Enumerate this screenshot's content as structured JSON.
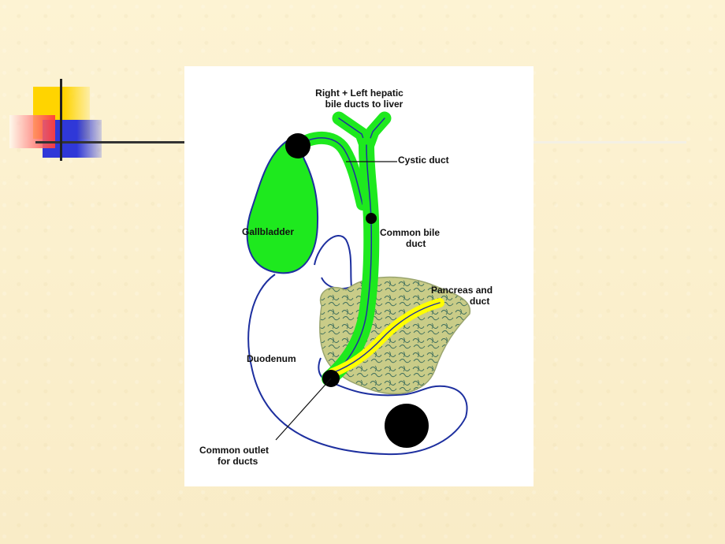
{
  "diagram": {
    "labels": {
      "hepatic_line1": "Right + Left hepatic",
      "hepatic_line2": "bile ducts to liver",
      "cystic": "Cystic duct",
      "gallbladder": "Gallbladder",
      "common_bile_line1": "Common bile",
      "common_bile_line2": "duct",
      "pancreas_line1": "Pancreas and",
      "pancreas_line2": "duct",
      "duodenum": "Duodenum",
      "outlet_line1": "Common outlet",
      "outlet_line2": "for ducts"
    },
    "colors": {
      "slide_background": "#fcf1cf",
      "bile_green": "#1ee91e",
      "outline_blue": "#1d2f9f",
      "pancreatic_yellow": "#ffff00",
      "pancreas_fill": "#c7ca86"
    }
  }
}
